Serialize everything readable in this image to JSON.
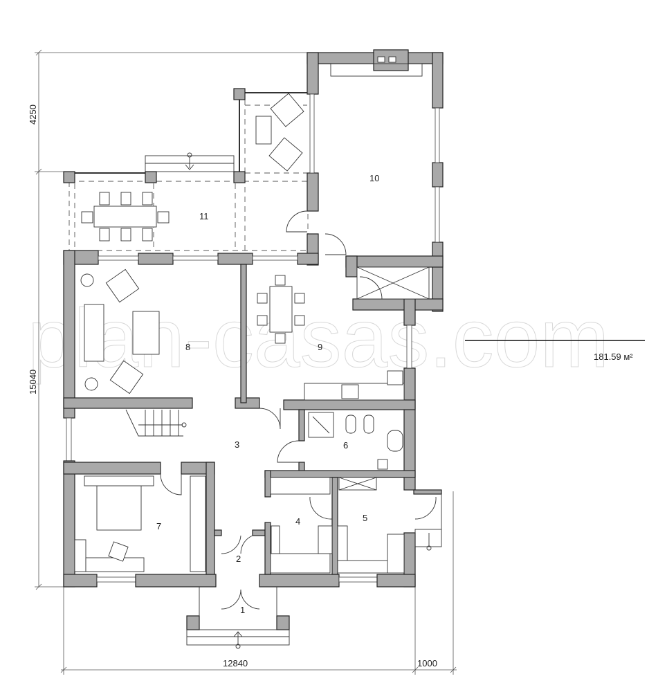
{
  "plan": {
    "area": "181.59 м²",
    "rooms": [
      "1",
      "2",
      "3",
      "4",
      "5",
      "6",
      "7",
      "8",
      "9",
      "10",
      "11"
    ],
    "dimensions": {
      "top_left_vertical": "4250",
      "main_vertical": "15040",
      "bottom_width": "12840",
      "bottom_extra": "1000"
    },
    "watermark": "plan-casas.com",
    "colors": {
      "wall": "#a9a9a9",
      "line": "#222222"
    }
  }
}
